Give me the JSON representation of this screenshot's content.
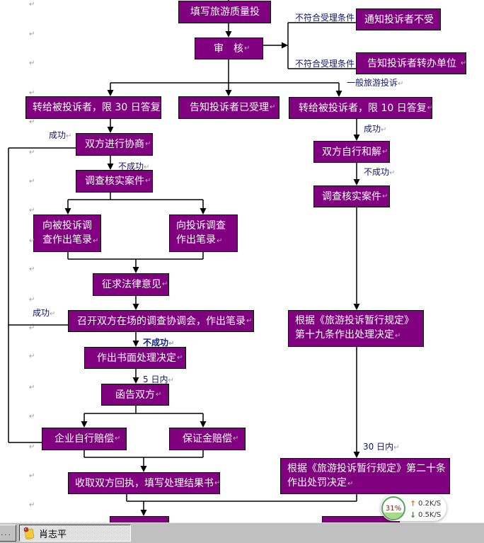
{
  "colors": {
    "node_fill": "#800080",
    "node_text": "#ffffff",
    "edge_label": "#14146e",
    "taskbar": "#c0c0c0",
    "gauge_ring": "#5aa45a",
    "upload_arrow": "#e8752a",
    "download_arrow": "#3b8e2b"
  },
  "marks": {
    "paragraph": "↵"
  },
  "flowchart": {
    "nodes": {
      "fill_form": "填写旅游质量投",
      "review": "审　核",
      "notify_not_accepted": "通知投诉者不受",
      "notify_transfer_unit": "告知投诉者转办单位",
      "transfer_30_days": "转给被投诉者，限 30 日答复",
      "notify_accepted": "告知投诉者已受理",
      "transfer_10_days": "转给被投诉者，限 10 日答复",
      "negotiate": "双方进行协商",
      "investigate_left": "调查核实案件",
      "record_respondent": [
        "向被投诉调",
        "查作出笔录"
      ],
      "record_complainant": [
        "向投诉调查",
        "作出笔录"
      ],
      "legal_opinion": "征求法律意见",
      "mediation_meeting": "召开双方在场的调查协调会，作出笔录",
      "written_decision": "作出书面处理决定",
      "notify_both": "函告双方",
      "enterprise_compensation": "企业自行赔偿",
      "deposit_compensation": "保证金赔偿",
      "collect_receipts": "收取双方回执，填写处理结果书",
      "self_settle": "双方自行和解",
      "investigate_right": "调查核实案件",
      "decision_art19": [
        "根据《旅游投诉暂行规定》",
        "第十九条作出处理决定"
      ],
      "penalty_art20": [
        "根据《旅游投诉暂行规定》第二十条",
        "作出处罚决定"
      ]
    },
    "edge_labels": {
      "not_eligible_top": "不符合受理条件",
      "not_eligible_bottom": "不符合受理条件",
      "general_complaint": "一般旅游投诉",
      "success_negotiate": "成功",
      "fail_negotiate": "不成功",
      "success_settle": "成功",
      "fail_settle": "不成功",
      "success_meeting": "成功",
      "fail_meeting": "不成功",
      "within_5_days": "5 日内",
      "within_30_days": "30 日内"
    }
  },
  "taskbar": {
    "overflow_button": "...",
    "task_item": {
      "label": "肖志平",
      "icon": "sticky-note-icon"
    }
  },
  "network_monitor": {
    "usage_label": "31%",
    "usage_percent": 31,
    "upload_rate": "0.2K/S",
    "download_rate": "0.5K/S",
    "upload_icon": "↑",
    "download_icon": "↓"
  }
}
